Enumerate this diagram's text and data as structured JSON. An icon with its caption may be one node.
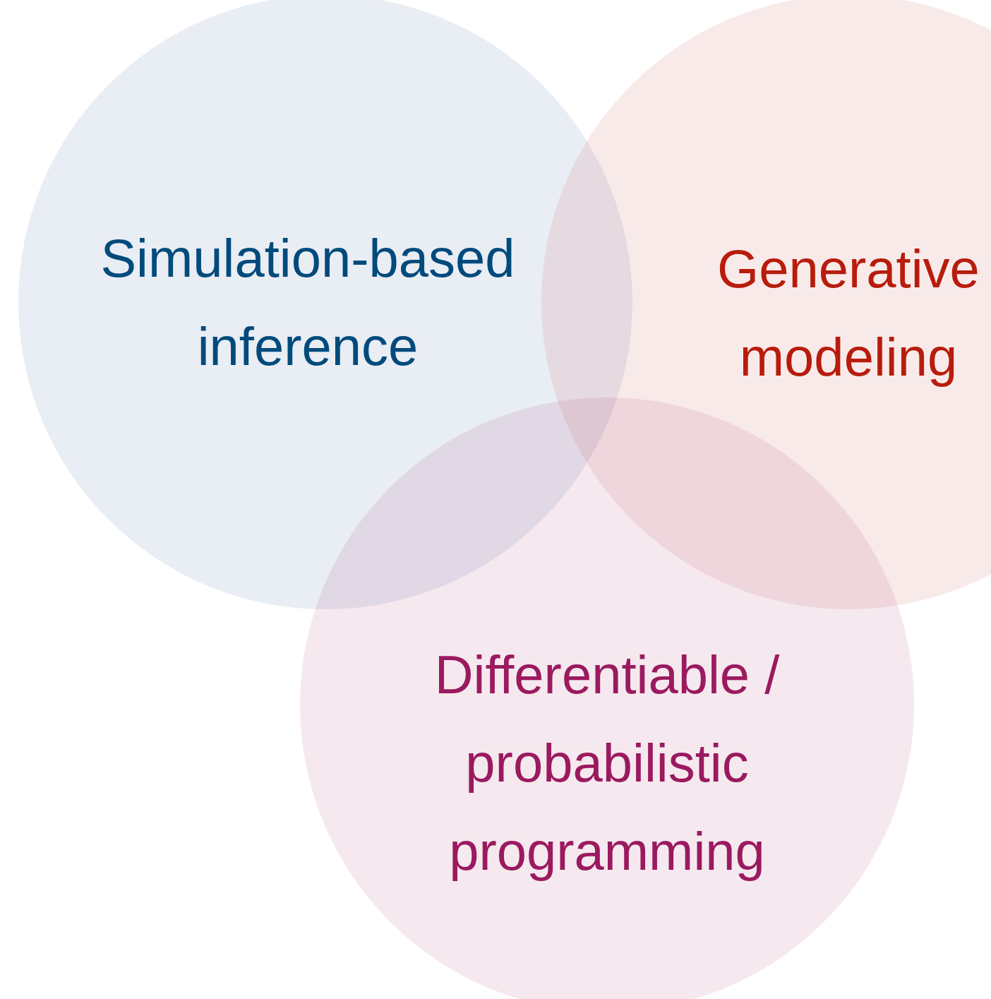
{
  "diagram": {
    "nodes": [
      {
        "text": [
          "Simulation-based inference"
        ]
      },
      {
        "text": [
          "Generative modeling"
        ]
      },
      {
        "text": [
          "Differentiable / probabilistic programming"
        ]
      }
    ]
  }
}
